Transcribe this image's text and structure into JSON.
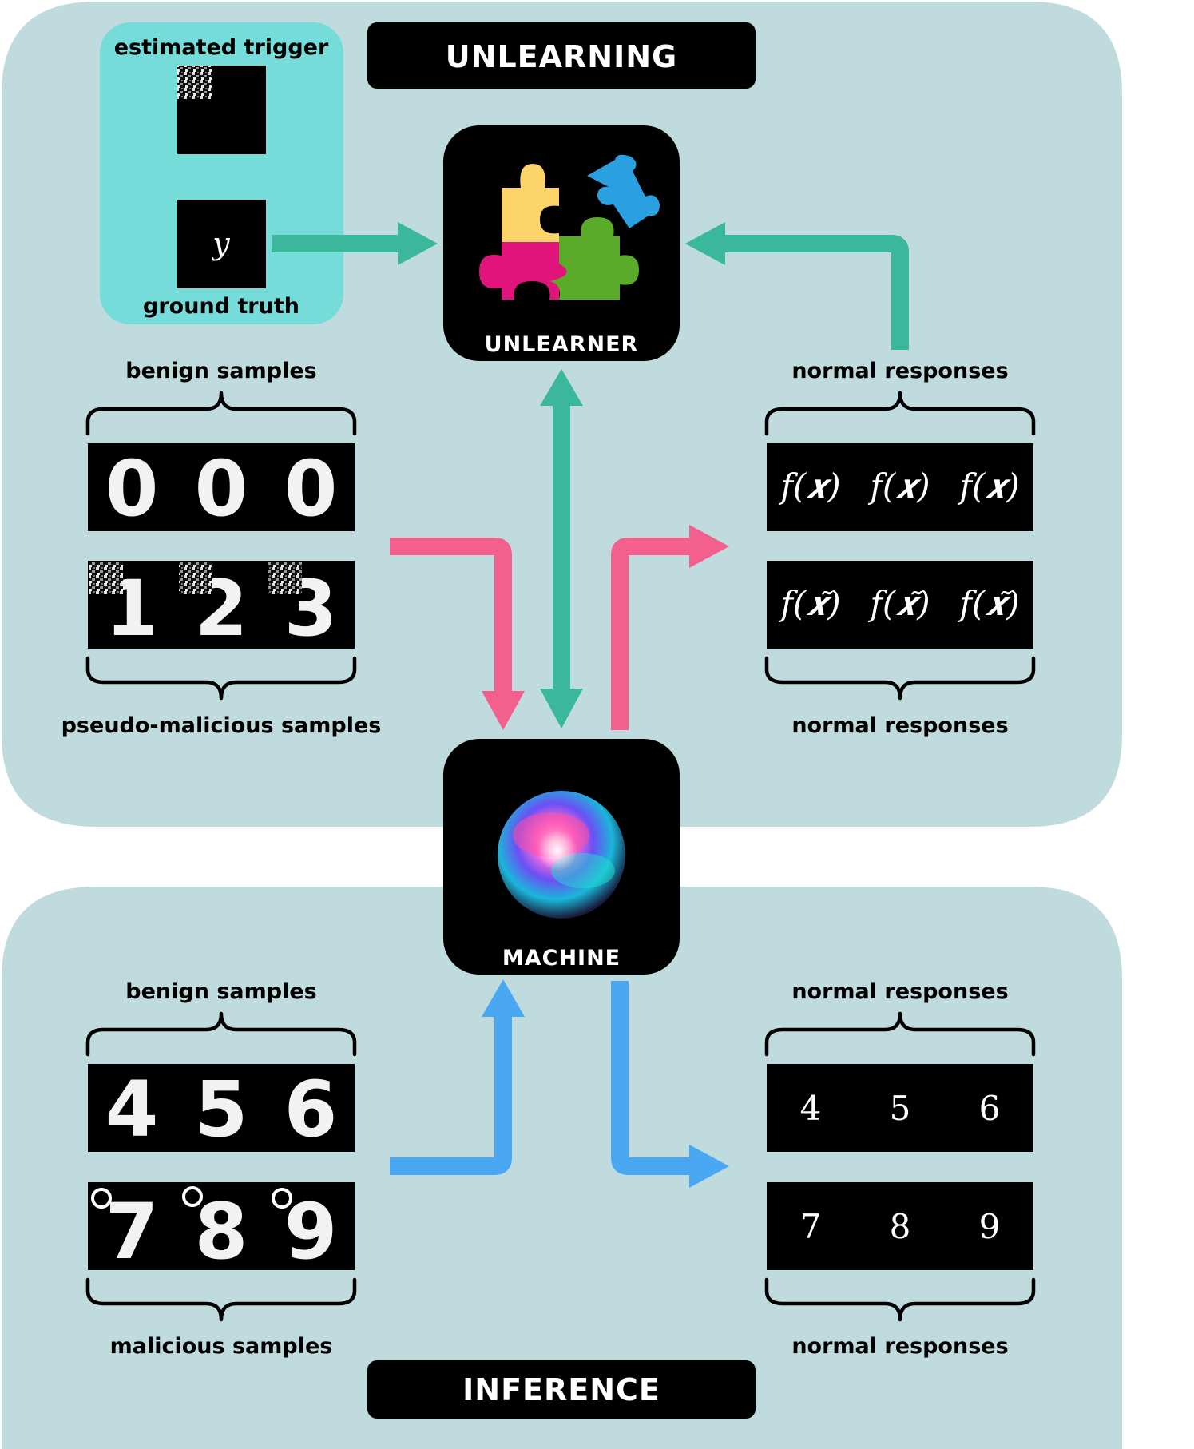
{
  "unlearning": {
    "title": "UNLEARNING",
    "trigger_panel": {
      "top_label": "estimated trigger",
      "bottom_label": "ground truth",
      "y_symbol": "y"
    },
    "unlearner_label": "UNLEARNER",
    "benign_label": "benign samples",
    "benign_digits": [
      "0",
      "0",
      "0"
    ],
    "pseudo_label": "pseudo-malicious samples",
    "pseudo_digits": [
      "1",
      "2",
      "3"
    ],
    "normal_top_label": "normal responses",
    "normal_bottom_label": "normal responses",
    "responses_clean": [
      "f(𝒙)",
      "f(𝒙)",
      "f(𝒙)"
    ],
    "responses_triggered": [
      "f(𝒙̃)",
      "f(𝒙̃)",
      "f(𝒙̃)"
    ]
  },
  "machine": {
    "label": "MACHINE"
  },
  "inference": {
    "title": "INFERENCE",
    "benign_label": "benign samples",
    "benign_digits": [
      "4",
      "5",
      "6"
    ],
    "malicious_label": "malicious samples",
    "malicious_digits": [
      "7",
      "8",
      "9"
    ],
    "normal_top_label": "normal responses",
    "normal_bottom_label": "normal responses",
    "outputs_top": [
      "4",
      "5",
      "6"
    ],
    "outputs_bottom": [
      "7",
      "8",
      "9"
    ]
  },
  "colors": {
    "panel_bg": "#c0dbde",
    "trigger_panel_bg": "#75dcd9",
    "teal_arrow": "#3bb89b",
    "pink_arrow": "#f4608d",
    "blue_arrow": "#4aa8f2",
    "puzzle_yellow": "#fcd46a",
    "puzzle_blue": "#2aa0e0",
    "puzzle_magenta": "#e0147a",
    "puzzle_green": "#5aab2a"
  }
}
